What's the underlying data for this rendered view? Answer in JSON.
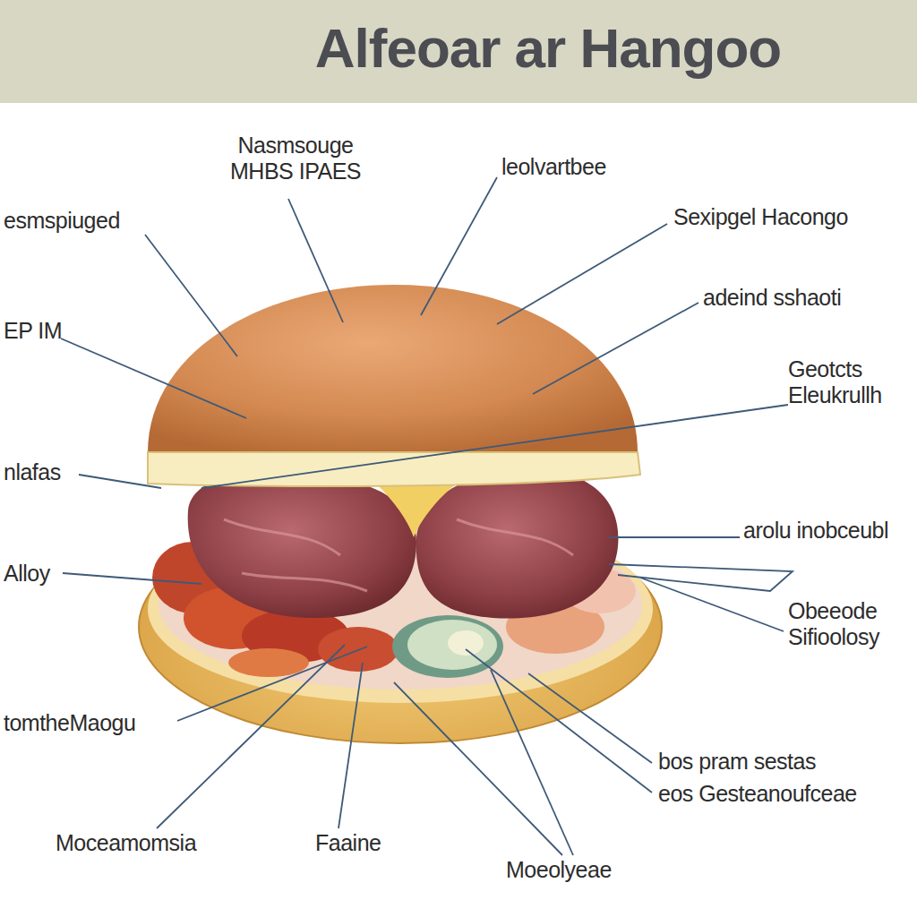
{
  "diagram": {
    "title": "Alfeoar ar Hangoo",
    "labels": [
      "Nasmsouge MHBS IPAES",
      "leolvartbee",
      "Sexipgel Hacongo",
      "esmspiuged",
      "adeind sshaoti",
      "EP IM",
      "Geotcts Eleukrullh",
      "nlafas",
      "arolu inobceubl",
      "Alloy",
      "Obeeode Sifioolosy",
      "tomtheMaogu",
      "bos pram sestas",
      "eos Gesteanoufceae",
      "Moceamomsia",
      "Faaine",
      "Moeolyeae"
    ]
  }
}
